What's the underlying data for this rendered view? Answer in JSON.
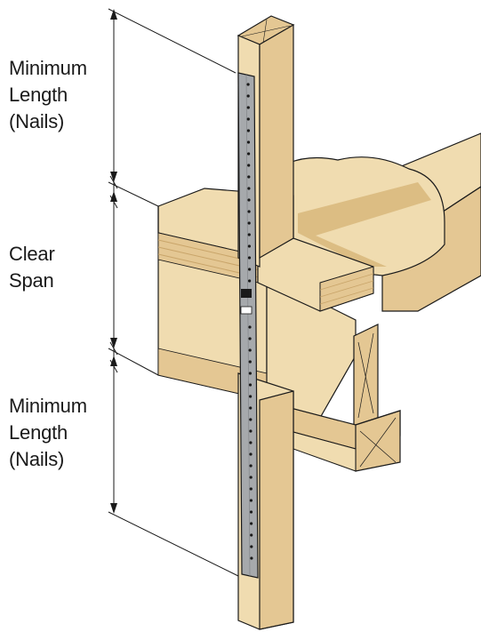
{
  "labels": {
    "top": [
      "Minimum",
      "Length",
      "(Nails)"
    ],
    "middle": [
      "Clear",
      "Span"
    ],
    "bottom": [
      "Minimum",
      "Length",
      "(Nails)"
    ]
  },
  "colors": {
    "wood_light": "#f0dcb0",
    "wood_mid": "#e4c793",
    "wood_dark": "#d9b97e",
    "wood_grain": "#c9a56a",
    "strap": "#a6a9ac",
    "strap_dark": "#7d8084",
    "outline": "#1a1a1a"
  }
}
